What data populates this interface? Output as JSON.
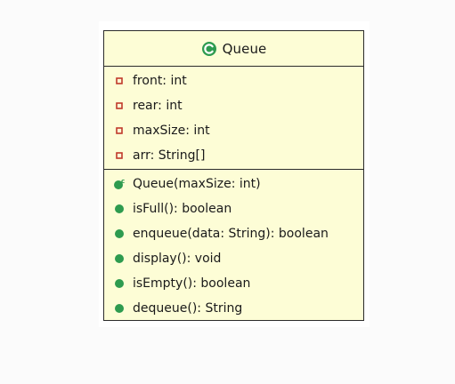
{
  "class": {
    "name": "Queue",
    "icon": "class-icon",
    "attributes": [
      {
        "label": "front: int",
        "visibility": "private",
        "icon": "private-field-icon"
      },
      {
        "label": "rear: int",
        "visibility": "private",
        "icon": "private-field-icon"
      },
      {
        "label": "maxSize: int",
        "visibility": "private",
        "icon": "private-field-icon"
      },
      {
        "label": "arr: String[]",
        "visibility": "private",
        "icon": "private-field-icon"
      }
    ],
    "operations": [
      {
        "label": "Queue(maxSize: int)",
        "visibility": "public",
        "icon": "constructor-icon",
        "marker": "c"
      },
      {
        "label": "isFull(): boolean",
        "visibility": "public",
        "icon": "public-method-icon"
      },
      {
        "label": "enqueue(data: String): boolean",
        "visibility": "public",
        "icon": "public-method-icon"
      },
      {
        "label": "display(): void",
        "visibility": "public",
        "icon": "public-method-icon"
      },
      {
        "label": "isEmpty(): boolean",
        "visibility": "public",
        "icon": "public-method-icon"
      },
      {
        "label": "dequeue(): String",
        "visibility": "public",
        "icon": "public-method-icon"
      }
    ]
  },
  "colors": {
    "class_fill": "#fdfdd6",
    "border": "#2b2b2b",
    "private_icon": "#c0392b",
    "public_icon": "#2e9b4f",
    "class_icon": "#2e9b4f"
  }
}
